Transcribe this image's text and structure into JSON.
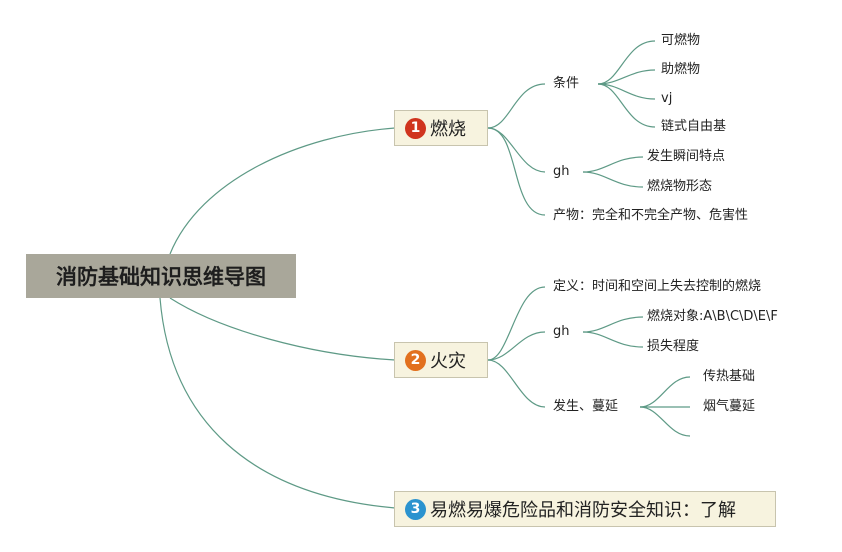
{
  "root": {
    "label": "消防基础知识思维导图"
  },
  "colors": {
    "line": "#5e9a86",
    "topic_bg": "#f7f3df",
    "topic_border": "#c8c4ae",
    "root_bg": "#a9a79a"
  },
  "topics": [
    {
      "number": "1",
      "badge_color": "#d0341e",
      "label": "燃烧",
      "branches": [
        {
          "label": "条件",
          "children": [
            "可燃物",
            "助燃物",
            "vj",
            "链式自由基"
          ]
        },
        {
          "label": "gh",
          "children": [
            "发生瞬间特点",
            "燃烧物形态"
          ]
        },
        {
          "label": "产物：完全和不完全产物、危害性",
          "children": []
        }
      ]
    },
    {
      "number": "2",
      "badge_color": "#e2701e",
      "label": "火灾",
      "branches": [
        {
          "label": "定义：时间和空间上失去控制的燃烧",
          "children": []
        },
        {
          "label": "gh",
          "children": [
            "燃烧对象:A\\B\\C\\D\\E\\F",
            "损失程度"
          ]
        },
        {
          "label": "发生、蔓延",
          "children": [
            "传热基础",
            "烟气蔓延",
            ""
          ]
        }
      ]
    },
    {
      "number": "3",
      "badge_color": "#2b93cf",
      "label": "易燃易爆危险品和消防安全知识：了解",
      "branches": []
    }
  ]
}
